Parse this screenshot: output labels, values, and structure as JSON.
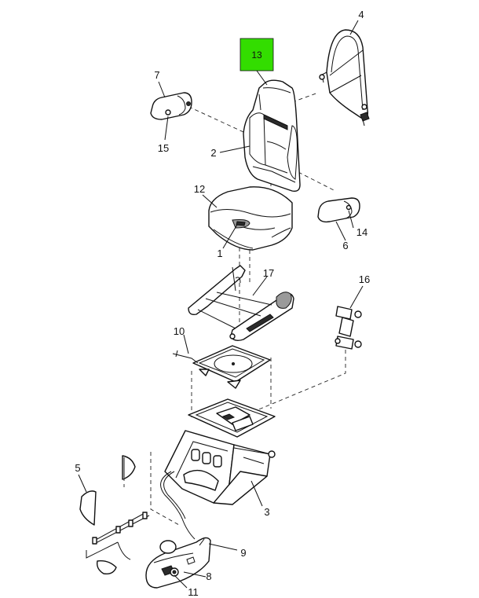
{
  "callouts": {
    "c1": "1",
    "c2": "2",
    "c3": "3",
    "c4": "4",
    "c5": "5",
    "c6": "6",
    "c7": "7",
    "c8": "8",
    "c9": "9",
    "c10": "10",
    "c11": "11",
    "c12": "12",
    "c13": "13",
    "c14": "14",
    "c15": "15",
    "c16": "16",
    "c17": "17"
  },
  "highlight": {
    "label": "13",
    "color": "#33dd00"
  }
}
